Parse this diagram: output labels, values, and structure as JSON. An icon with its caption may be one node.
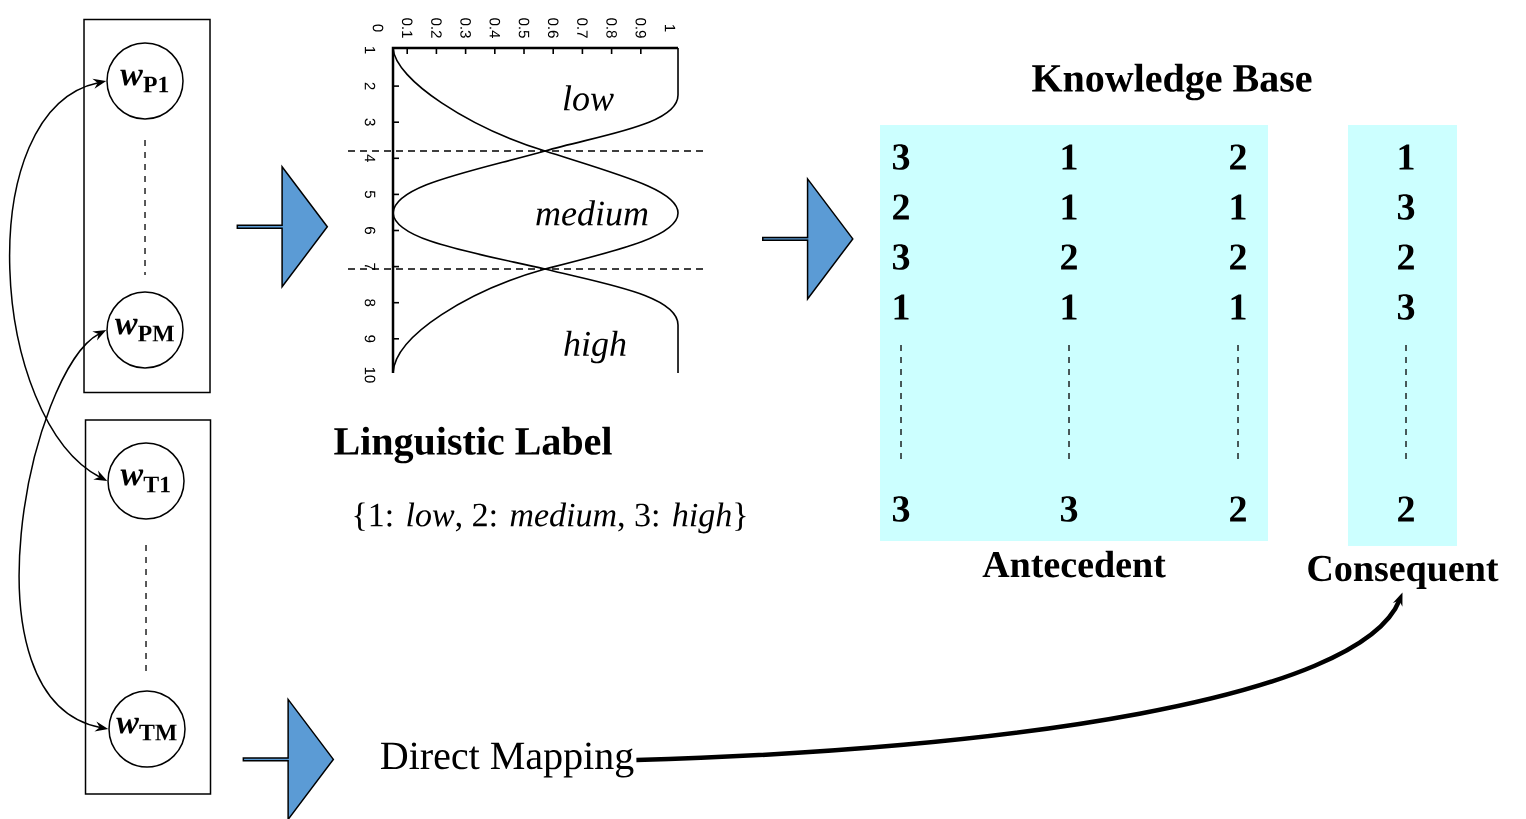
{
  "diagram": {
    "nodes": [
      {
        "text": [],
        "shape": "box"
      },
      {
        "text": [
          "*w*$_{P1}$"
        ],
        "in": 0
      },
      {
        "text": [
          "*w*$_{PM}$"
        ],
        "in": 0
      },
      {
        "text": [],
        "shape": "box"
      },
      {
        "text": [
          "*w*$_{T1}$"
        ],
        "in": 3
      },
      {
        "text": [
          "*w*$_{TM}$"
        ],
        "in": 3
      },
      {
        "text": [],
        "shape": "picture",
        "beside": [
          "Linguistic Label",
          "{1: *low*, 2: *medium*, 3: *high*}"
        ]
      },
      {
        "text": [
          "Antecedent"
        ]
      },
      {
        "text": [
          "Consequent"
        ]
      },
      {
        "text": [
          "Direct Mapping"
        ]
      }
    ],
    "edges": [
      {
        "from": 1,
        "to": 4,
        "arrow": "both"
      },
      {
        "from": 2,
        "to": 5,
        "arrow": "both"
      },
      {
        "from": 0,
        "to": 6,
        "arrow": "to",
        "color": "#5b9bd5"
      },
      {
        "from": 6,
        "to": 7,
        "arrow": "to",
        "color": "#5b9bd5"
      },
      {
        "from": 3,
        "to": 9,
        "arrow": "to",
        "color": "#5b9bd5"
      },
      {
        "from": 9,
        "to": 8,
        "arrow": "to",
        "style": "thick"
      }
    ],
    "labels": [
      "0",
      "0.1",
      "0.2",
      "0.3",
      "0.4",
      "0.5",
      "0.6",
      "0.7",
      "0.8",
      "0.9",
      "1",
      "1",
      "2",
      "3",
      "4",
      "5",
      "6",
      "7",
      "8",
      "9",
      "10",
      "low",
      "medium",
      "high",
      "Knowledge Base",
      "3",
      "1",
      "2",
      "1",
      "2",
      "1",
      "1",
      "3",
      "3",
      "2",
      "2",
      "2",
      "1",
      "1",
      "1",
      "3",
      "3",
      "3",
      "2",
      "2"
    ]
  }
}
